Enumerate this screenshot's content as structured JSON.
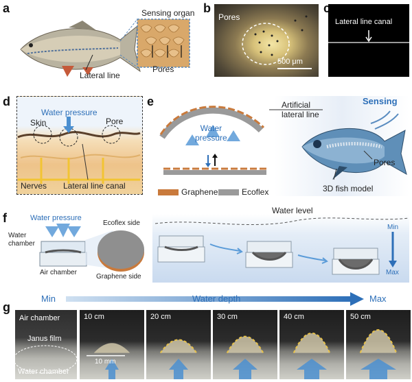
{
  "panels": {
    "a": {
      "letter": "a",
      "sensing_organ": "Sensing organ",
      "pores": "Pores",
      "lateral_line": "Lateral line"
    },
    "b": {
      "letter": "b",
      "pores": "Pores",
      "scale": "500 μm"
    },
    "c": {
      "letter": "c",
      "lateral_line_canal": "Lateral line canal"
    },
    "d": {
      "letter": "d",
      "water_pressure": "Water pressure",
      "skin": "Skin",
      "pore": "Pore",
      "nerves": "Nerves",
      "lateral_line_canal": "Lateral line canal"
    },
    "e": {
      "letter": "e",
      "sensing": "Sensing",
      "artificial_line": "Artificial\nlateral line",
      "water_pressure": "Water\npressure",
      "pores": "Pores",
      "fish_model": "3D fish model",
      "legend_graphene": "Graphene",
      "legend_ecoflex": "Ecoflex"
    },
    "f": {
      "letter": "f",
      "water_pressure": "Water pressure",
      "water_chamber": "Water\nchamber",
      "air_chamber": "Air chamber",
      "ecoflex_side": "Ecoflex side",
      "graphene_side": "Graphene side",
      "water_level": "Water level",
      "min": "Min",
      "max": "Max"
    },
    "g": {
      "letter": "g",
      "min": "Min",
      "water_depth": "Water depth",
      "max": "Max",
      "air_chamber": "Air chamber",
      "janus_film": "Janus film",
      "water_chamber": "Water chamber",
      "scale": "10 mm",
      "depths": [
        "10 cm",
        "20 cm",
        "30 cm",
        "40 cm",
        "50 cm"
      ]
    }
  },
  "colors": {
    "graphene": "#c97a3c",
    "ecoflex": "#9a9a9a",
    "accent_blue": "#2d6fb8"
  }
}
